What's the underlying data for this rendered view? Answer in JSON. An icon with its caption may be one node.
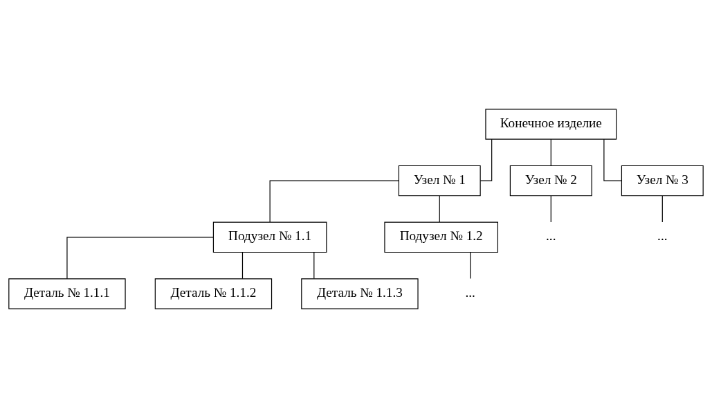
{
  "diagram": {
    "nodes": [
      {
        "text": [
          "Конечное изделие"
        ]
      },
      {
        "text": [
          "Узел № 1"
        ]
      },
      {
        "text": [
          "Узел № 2"
        ]
      },
      {
        "text": [
          "Узел № 3"
        ]
      },
      {
        "text": [
          "..."
        ]
      },
      {
        "text": [
          "..."
        ]
      },
      {
        "text": [
          "Подузел № 1.1"
        ]
      },
      {
        "text": [
          "Подузел № 1.2"
        ]
      },
      {
        "text": [
          "..."
        ]
      },
      {
        "text": [
          "Деталь № 1.1.1"
        ]
      },
      {
        "text": [
          "Деталь № 1.1.2"
        ]
      },
      {
        "text": [
          "Деталь № 1.1.3"
        ]
      }
    ],
    "edges": [
      {
        "from": 0,
        "to": 1,
        "arrow": "none"
      },
      {
        "from": 0,
        "to": 2,
        "arrow": "none"
      },
      {
        "from": 0,
        "to": 3,
        "arrow": "none"
      },
      {
        "from": 2,
        "to": 4,
        "arrow": "none"
      },
      {
        "from": 3,
        "to": 5,
        "arrow": "none"
      },
      {
        "from": 1,
        "to": 6,
        "arrow": "none"
      },
      {
        "from": 1,
        "to": 7,
        "arrow": "none"
      },
      {
        "from": 7,
        "to": 8,
        "arrow": "none"
      },
      {
        "from": 6,
        "to": 9,
        "arrow": "none"
      },
      {
        "from": 6,
        "to": 10,
        "arrow": "none"
      },
      {
        "from": 6,
        "to": 11,
        "arrow": "none"
      }
    ]
  }
}
